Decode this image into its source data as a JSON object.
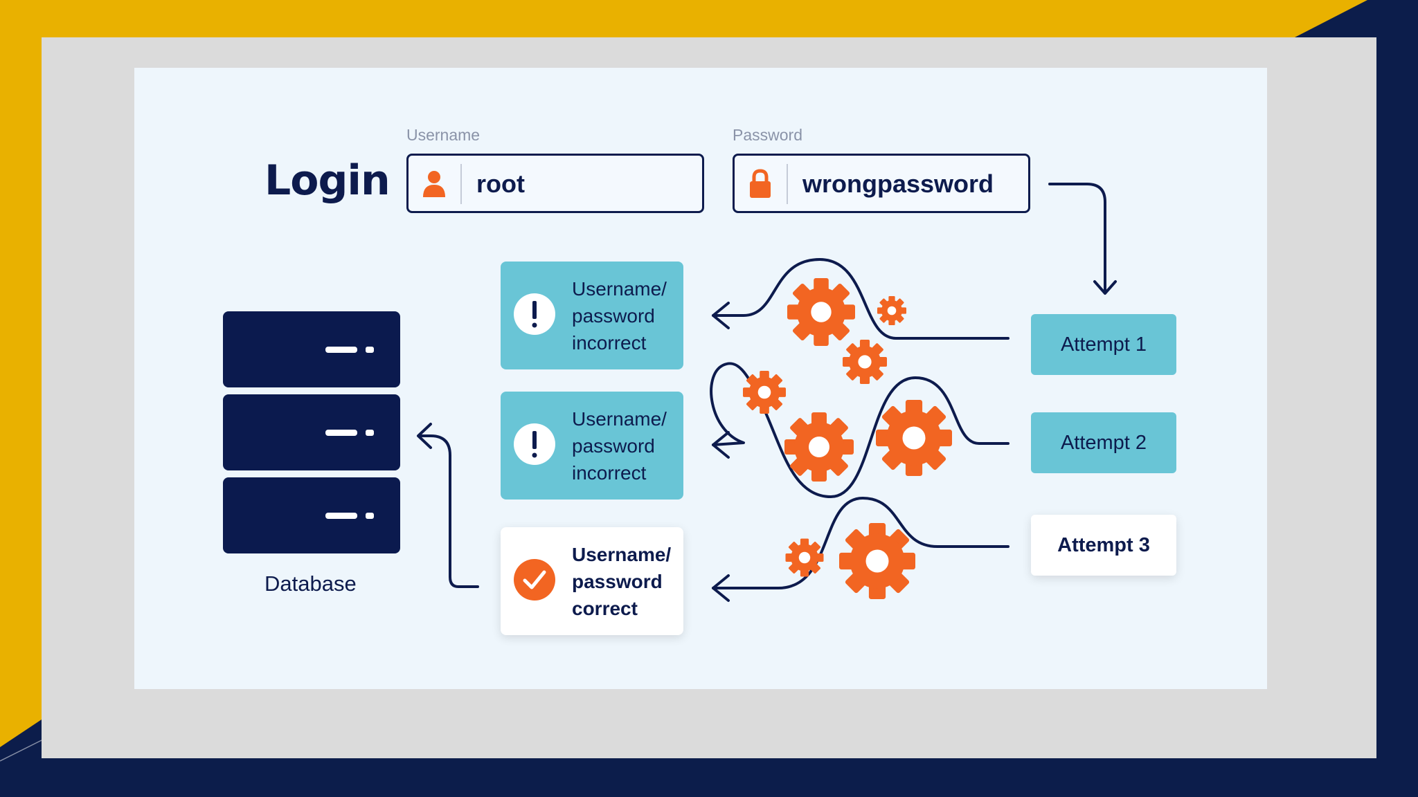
{
  "login": {
    "title": "Login",
    "username_label": "Username",
    "username_value": "root",
    "password_label": "Password",
    "password_value": "wrongpassword"
  },
  "database": {
    "label": "Database"
  },
  "results": [
    {
      "text_line1": "Username/",
      "text_line2": "password",
      "text_line3": "incorrect",
      "status": "error"
    },
    {
      "text_line1": "Username/",
      "text_line2": "password",
      "text_line3": "incorrect",
      "status": "error"
    },
    {
      "text_line1": "Username/",
      "text_line2": "password",
      "text_line3": "correct",
      "status": "success"
    }
  ],
  "attempts": [
    {
      "label": "Attempt 1"
    },
    {
      "label": "Attempt 2"
    },
    {
      "label": "Attempt 3"
    }
  ],
  "icons": {
    "username": "user-icon",
    "password": "lock-icon",
    "error": "exclamation-icon",
    "success": "checkmark-icon",
    "process": "gear-icon"
  },
  "colors": {
    "navy": "#0d1b4d",
    "orange": "#f26522",
    "teal": "#69c5d6",
    "gold": "#e9b100",
    "card_background": "#eef6fc"
  }
}
